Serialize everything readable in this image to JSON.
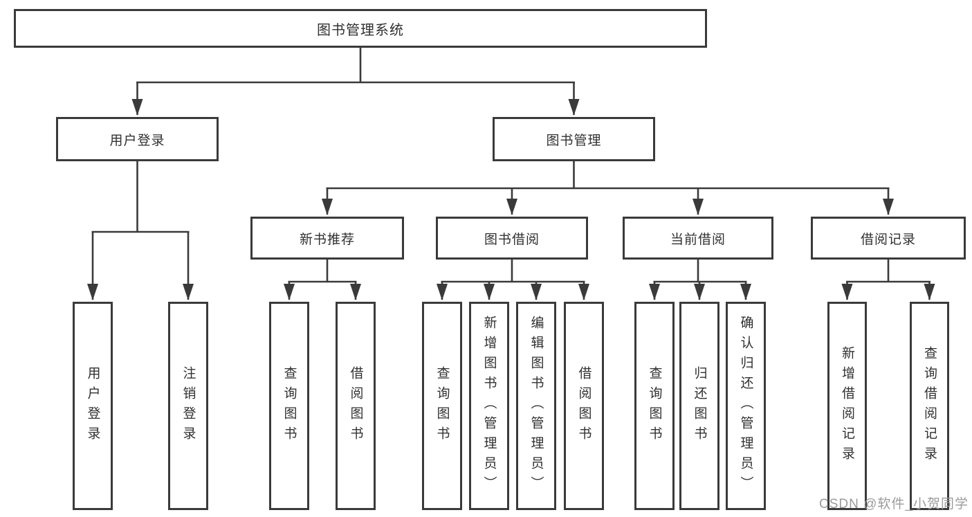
{
  "tree": {
    "label": "图书管理系统",
    "children": [
      {
        "label": "用户登录",
        "children": [
          {
            "label": "用户登录"
          },
          {
            "label": "注销登录"
          }
        ]
      },
      {
        "label": "图书管理",
        "children": [
          {
            "label": "新书推荐",
            "children": [
              {
                "label": "查询图书"
              },
              {
                "label": "借阅图书"
              }
            ]
          },
          {
            "label": "图书借阅",
            "children": [
              {
                "label": "查询图书"
              },
              {
                "label": "新增图书（管理员）"
              },
              {
                "label": "编辑图书（管理员）"
              },
              {
                "label": "借阅图书"
              }
            ]
          },
          {
            "label": "当前借阅",
            "children": [
              {
                "label": "查询图书"
              },
              {
                "label": "归还图书"
              },
              {
                "label": "确认归还（管理员）"
              }
            ]
          },
          {
            "label": "借阅记录",
            "children": [
              {
                "label": "新增借阅记录"
              },
              {
                "label": "查询借阅记录"
              }
            ]
          }
        ]
      }
    ]
  },
  "watermark": "CSDN @软件_小贺同学",
  "colors": {
    "line": "#3a3a3a",
    "box_border": "#3a3a3a",
    "box_fill": "#ffffff",
    "text": "#303030",
    "watermark": "#9b9b9b"
  }
}
